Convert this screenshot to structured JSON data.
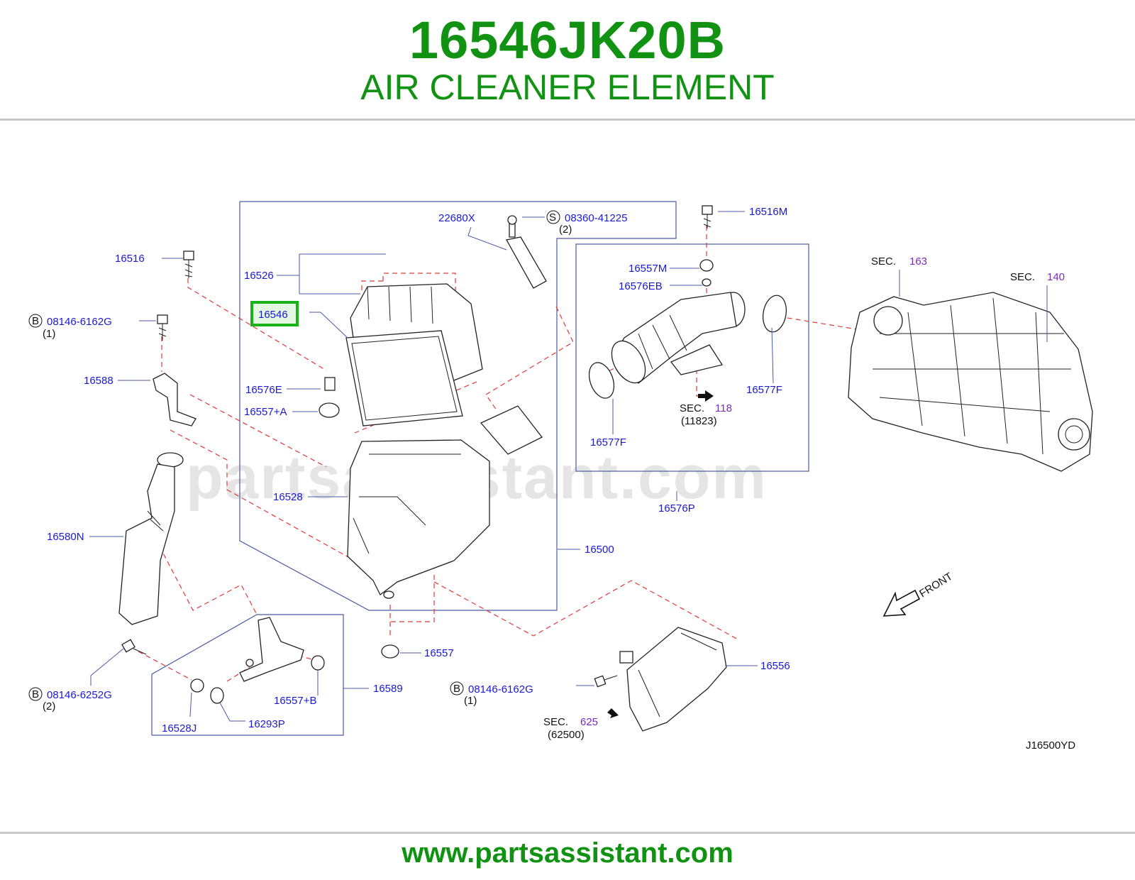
{
  "header": {
    "part_number": "16546JK20B",
    "part_name": "AIR CLEANER ELEMENT"
  },
  "footer": {
    "url": "www.partsassistant.com"
  },
  "watermark": "partsassistant.com",
  "colors": {
    "brand_green": "#129212",
    "label_blue": "#1a1ad0",
    "sec_purple": "#7a2bb8",
    "leader_blue": "#4a5aa8",
    "dash_red": "#e23a3a",
    "highlight_green": "#19b219"
  },
  "diagram": {
    "code": "J16500YD",
    "front_label": "FRONT",
    "highlighted_part": "16546",
    "labels": {
      "p22680X": "22680X",
      "p08360": "08360-41225",
      "p08360_qty": "(2)",
      "p16516M": "16516M",
      "p16516": "16516",
      "p16526": "16526",
      "p16546": "16546",
      "p08146_a": "08146-6162G",
      "p08146_a_qty": "(1)",
      "p16588": "16588",
      "p16576E": "16576E",
      "p16557A": "16557+A",
      "p16528": "16528",
      "p16580N": "16580N",
      "p16500": "16500",
      "p16557M": "16557M",
      "p16576EB": "16576EB",
      "p16577F_a": "16577F",
      "p16577F_b": "16577F",
      "sec118_prefix": "SEC.",
      "sec118_num": "118",
      "sec118_sub": "(11823)",
      "p16576P": "16576P",
      "sec163_prefix": "SEC.",
      "sec163_num": "163",
      "sec140_prefix": "SEC.",
      "sec140_num": "140",
      "p16557": "16557",
      "p16556": "16556",
      "p08146_b": "08146-6252G",
      "p08146_b_qty": "(2)",
      "p16589": "16589",
      "p16557B": "16557+B",
      "p16528J": "16528J",
      "p16293P": "16293P",
      "p08146_c": "08146-6162G",
      "p08146_c_qty": "(1)",
      "sec625_prefix": "SEC.",
      "sec625_num": "625",
      "sec625_sub": "(62500)",
      "b_symbol": "B",
      "s_symbol": "S"
    }
  }
}
